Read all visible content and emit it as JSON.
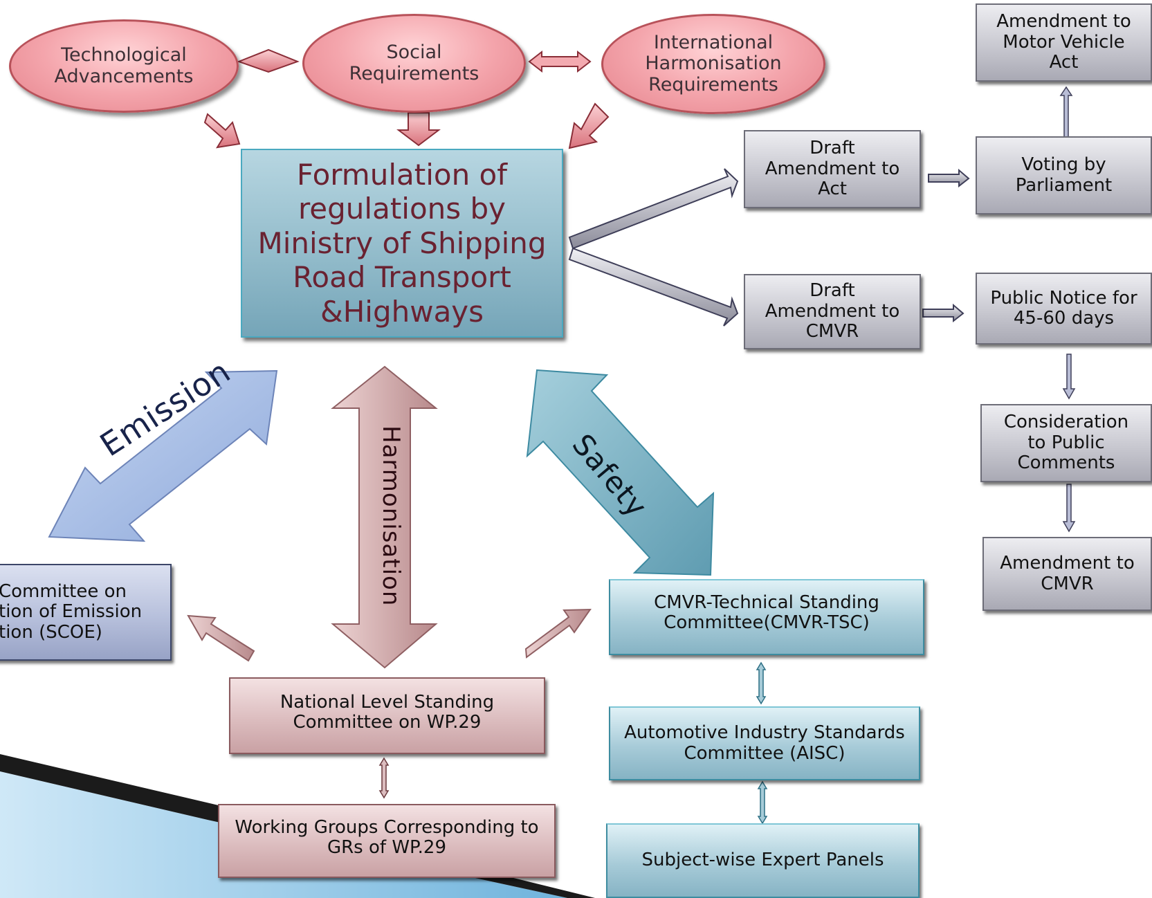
{
  "inputs": {
    "technological": "Technological\nAdvancements",
    "social": "Social\nRequirements",
    "international": "International\nHarmonisation\nRequirements"
  },
  "main_box": "Formulation of\nregulations by\nMinistry of Shipping\nRoad Transport\n&Highways",
  "act_flow": {
    "draft_act": "Draft\nAmendment to\nAct",
    "voting": "Voting by\nParliament",
    "amendment_mva": "Amendment to\nMotor Vehicle\nAct"
  },
  "cmvr_flow": {
    "draft_cmvr": "Draft\nAmendment to\nCMVR",
    "public_notice": "Public Notice for\n45-60 days",
    "consideration": "Consideration\nto Public\nComments",
    "amendment_cmvr": "Amendment to\nCMVR"
  },
  "arrow_labels": {
    "emission": "Emission",
    "harmonisation": "Harmonisation",
    "safety": "Safety"
  },
  "committees": {
    "scoe": "Committee on\ntion of Emission\ntion (SCOE)",
    "wp29": "National Level Standing\nCommittee on WP.29",
    "working_groups": "Working Groups Corresponding to\nGRs of WP.29",
    "cmvr_tsc": "CMVR-Technical Standing\nCommittee(CMVR-TSC)",
    "aisc": "Automotive Industry Standards\nCommittee (AISC)",
    "expert_panels": "Subject-wise Expert Panels"
  },
  "colors": {
    "ellipse_fill": "#f4a5ac",
    "main_fill": "#93bccb",
    "main_text": "#6a2231",
    "grey_box": "#c8c8d0",
    "blue_box": "#a7cbd8",
    "pink_box": "#dcbdbf",
    "slate_box": "#b7c0dc",
    "emission_arrow": "#a9bfe6",
    "harmonisation_arrow": "#e3c3c3",
    "safety_arrow": "#7fb3c4"
  }
}
